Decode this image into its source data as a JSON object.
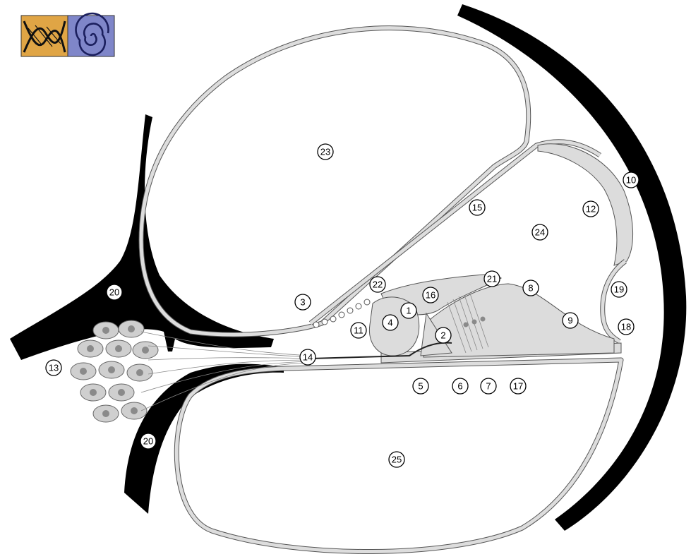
{
  "logo": {
    "left_tile_icon": "double-helix-icon",
    "right_tile_icon": "spiral-cochlea-icon",
    "left_tile_color": "#e0a545",
    "right_tile_color": "#7f86c9"
  },
  "labels": [
    {
      "id": "l1",
      "text": "1"
    },
    {
      "id": "l2",
      "text": "2"
    },
    {
      "id": "l3",
      "text": "3"
    },
    {
      "id": "l4",
      "text": "4"
    },
    {
      "id": "l5",
      "text": "5"
    },
    {
      "id": "l6",
      "text": "6"
    },
    {
      "id": "l7",
      "text": "7"
    },
    {
      "id": "l8",
      "text": "8"
    },
    {
      "id": "l9",
      "text": "9"
    },
    {
      "id": "l10",
      "text": "10"
    },
    {
      "id": "l11",
      "text": "11"
    },
    {
      "id": "l12",
      "text": "12"
    },
    {
      "id": "l13",
      "text": "13"
    },
    {
      "id": "l14",
      "text": "14"
    },
    {
      "id": "l15",
      "text": "15"
    },
    {
      "id": "l16",
      "text": "16"
    },
    {
      "id": "l17",
      "text": "17"
    },
    {
      "id": "l18",
      "text": "18"
    },
    {
      "id": "l19",
      "text": "19"
    },
    {
      "id": "l20a",
      "text": "20"
    },
    {
      "id": "l20b",
      "text": "20"
    },
    {
      "id": "l21",
      "text": "21"
    },
    {
      "id": "l22",
      "text": "22"
    },
    {
      "id": "l23",
      "text": "23"
    },
    {
      "id": "l24",
      "text": "24"
    },
    {
      "id": "l25",
      "text": "25"
    }
  ]
}
